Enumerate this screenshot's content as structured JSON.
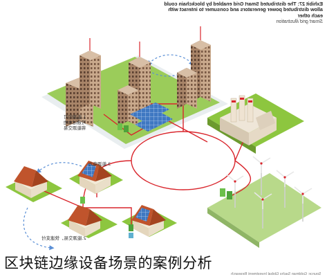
{
  "exhibit": {
    "title": "Exhibit 27: The distributed Smart Grid enabled by blockchain could allow distributed power generators and consumer to interact with each other",
    "subtitle": "Smart grid illustration"
  },
  "labels": {
    "label_1": "1.能源的可\n可通过本地\n将能源交易",
    "label_2": "3.能源电力",
    "label_3": "2.能源交易，快速支付"
  },
  "caption": "区块链边缘设备场景的案例分析",
  "source": "Source: Goldman Sachs Global Investment Research",
  "colors": {
    "grid_line": "#d9252c",
    "grass": "#8dc63f",
    "flow_arrow": "#5a8fd6"
  }
}
